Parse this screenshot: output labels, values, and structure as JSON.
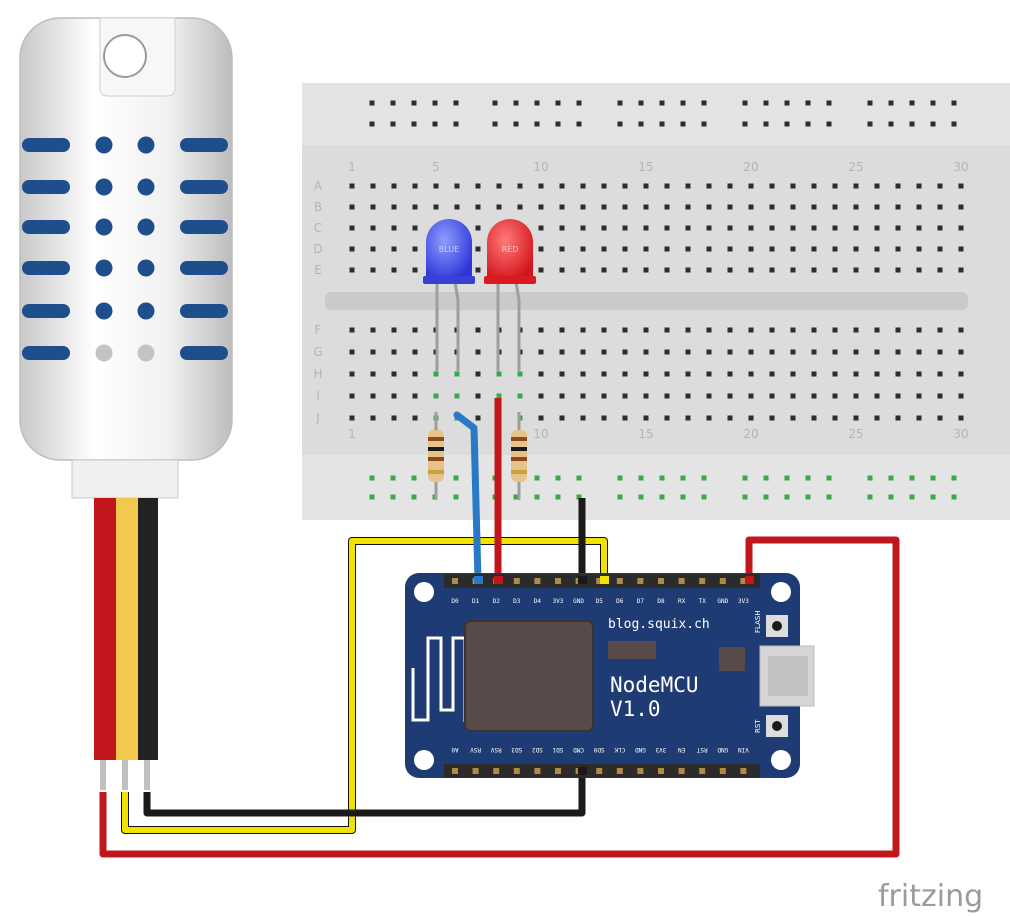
{
  "breadcrumb": {
    "column_numbers": [
      "1",
      "5",
      "10",
      "15",
      "20",
      "25",
      "30"
    ],
    "rows_top": [
      "A",
      "B",
      "C",
      "D",
      "E"
    ],
    "rows_bottom": [
      "F",
      "G",
      "H",
      "I",
      "J"
    ]
  },
  "nodemcu": {
    "brand": "blog.squix.ch",
    "title_line1": "NodeMCU",
    "title_line2": "V1.0",
    "top_pins": [
      "D0",
      "D1",
      "D2",
      "D3",
      "D4",
      "3V3",
      "GND",
      "D5",
      "D6",
      "D7",
      "D8",
      "RX",
      "TX",
      "GND",
      "3V3"
    ],
    "bottom_pins": [
      "A0",
      "RSV",
      "RSV",
      "SD3",
      "SD2",
      "SD1",
      "CMD",
      "SD0",
      "CLK",
      "GND",
      "3V3",
      "EN",
      "RST",
      "GND",
      "VIN"
    ],
    "flash_label": "FLASH",
    "rst_label": "RST"
  },
  "leds": {
    "blue_label": "BLUE",
    "red_label": "RED"
  },
  "watermark": "fritzing",
  "colors": {
    "board_blue": "#1f3b73",
    "breadboard": "#dcdcdc",
    "wire_red": "#c0171c",
    "wire_yellow": "#f2e200",
    "wire_black": "#1a1a1a",
    "wire_blue": "#2a79c8",
    "sensor_blue": "#1f4e8c"
  }
}
